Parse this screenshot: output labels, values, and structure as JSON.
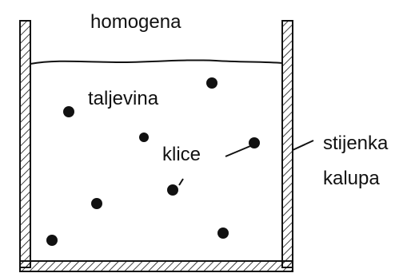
{
  "labels": {
    "homogena": "homogena",
    "taljevina": "taljevina",
    "klice": "klice",
    "stijenka": "stijenka",
    "kalupa": "kalupa"
  },
  "colors": {
    "ink": "#111111",
    "background": "#ffffff"
  }
}
